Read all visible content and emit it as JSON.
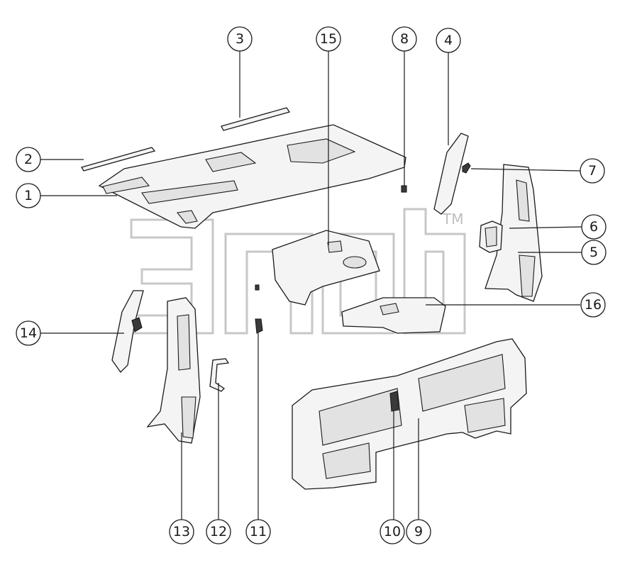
{
  "diagram": {
    "watermark_tm": "TM",
    "callouts": [
      {
        "id": "c1",
        "label": "1"
      },
      {
        "id": "c2",
        "label": "2"
      },
      {
        "id": "c3",
        "label": "3"
      },
      {
        "id": "c4",
        "label": "4"
      },
      {
        "id": "c5",
        "label": "5"
      },
      {
        "id": "c6",
        "label": "6"
      },
      {
        "id": "c7",
        "label": "7"
      },
      {
        "id": "c8",
        "label": "8"
      },
      {
        "id": "c9",
        "label": "9"
      },
      {
        "id": "c10",
        "label": "10"
      },
      {
        "id": "c11",
        "label": "11"
      },
      {
        "id": "c12",
        "label": "12"
      },
      {
        "id": "c13",
        "label": "13"
      },
      {
        "id": "c14",
        "label": "14"
      },
      {
        "id": "c15",
        "label": "15"
      },
      {
        "id": "c16",
        "label": "16"
      }
    ]
  }
}
